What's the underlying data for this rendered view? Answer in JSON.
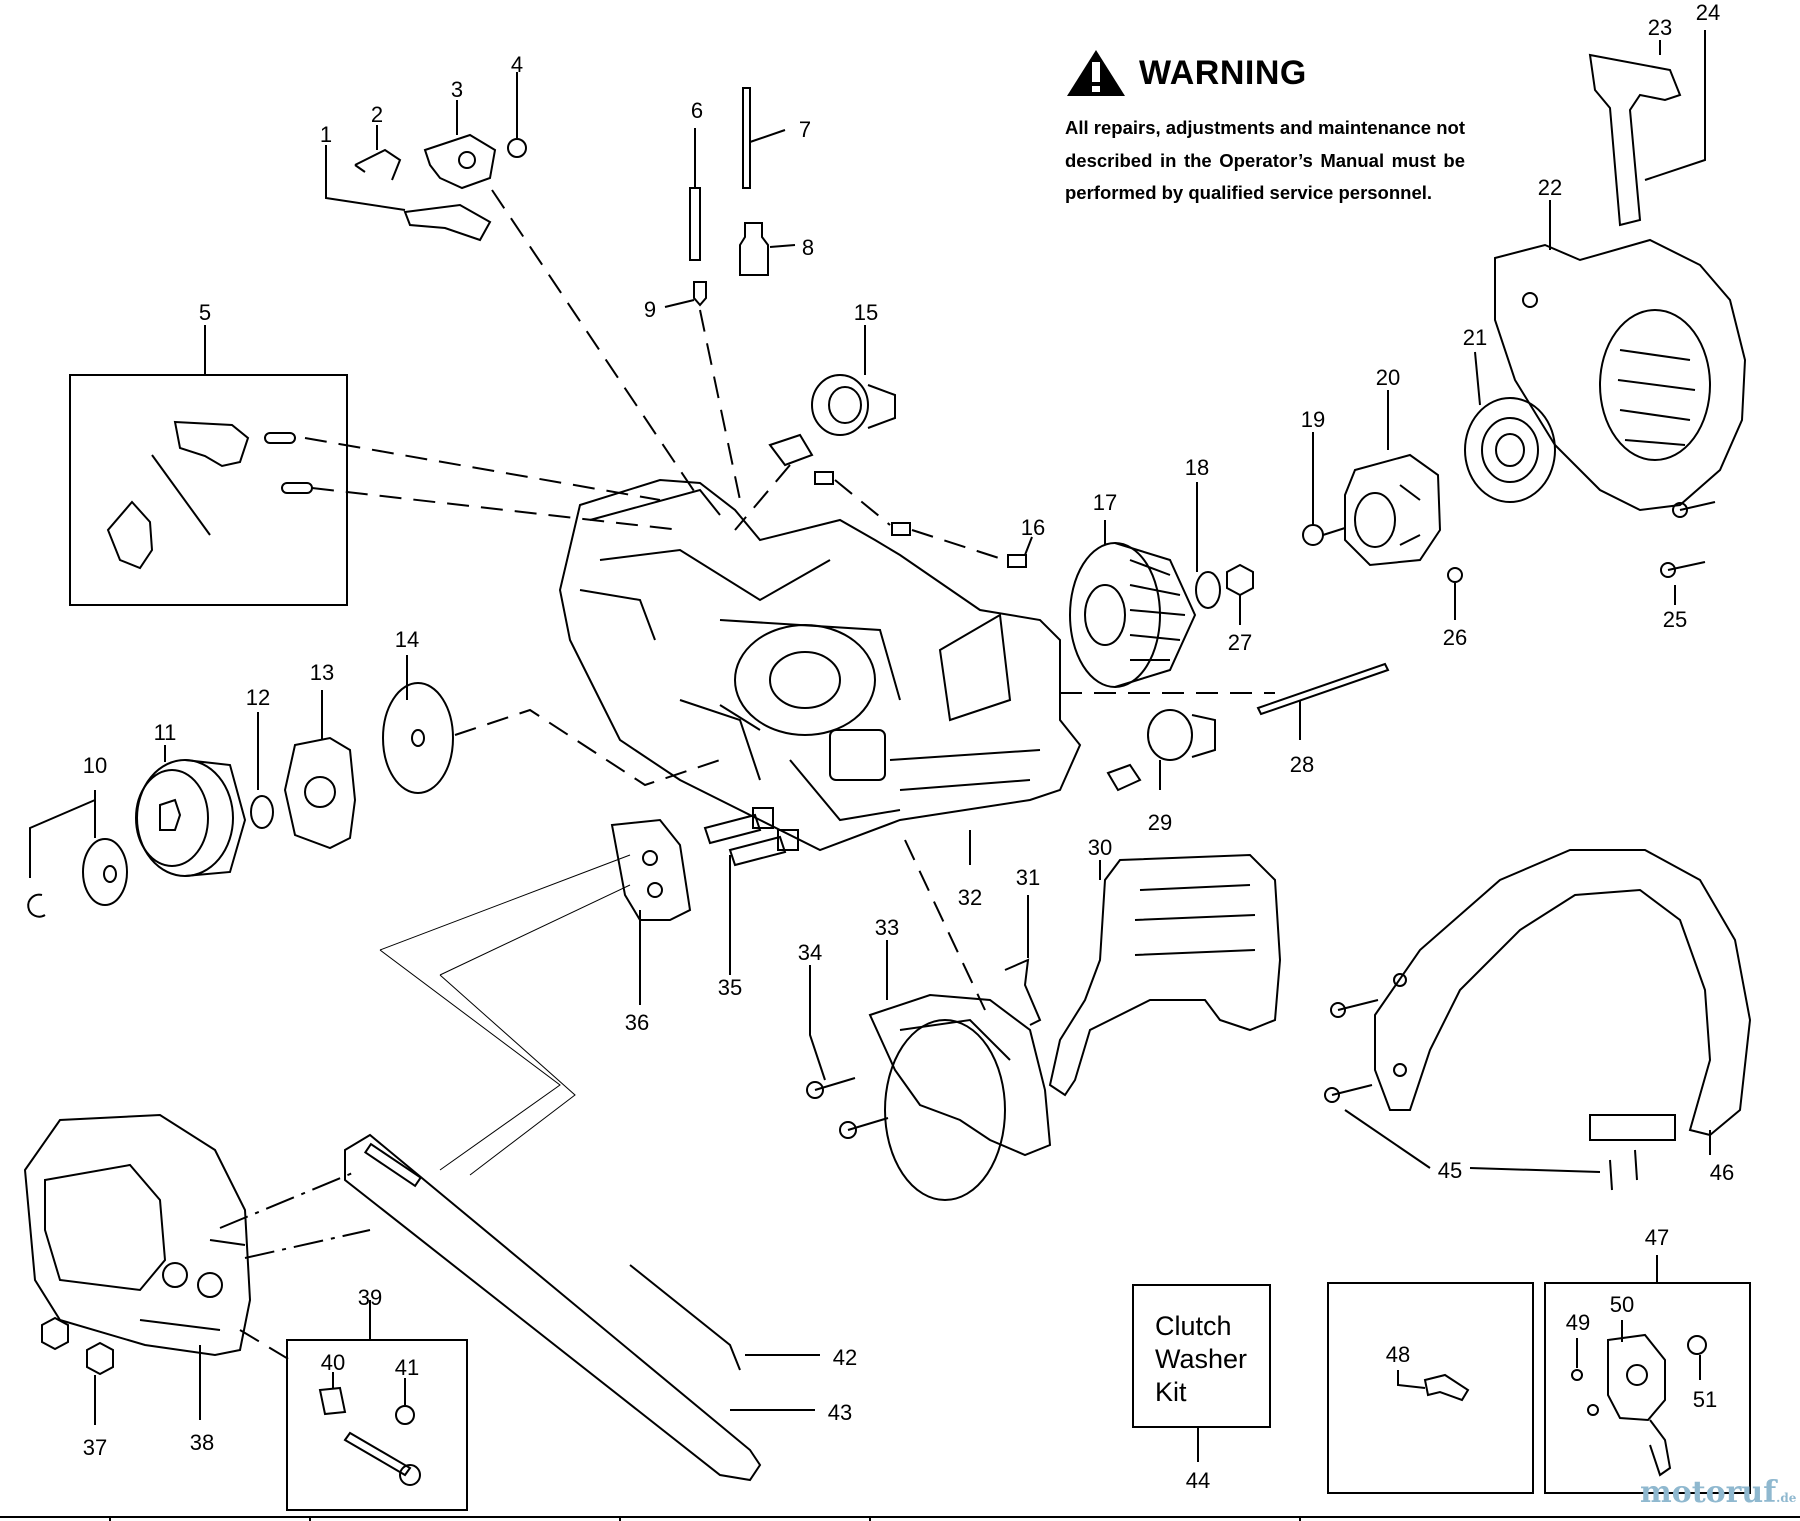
{
  "warning": {
    "title": "WARNING",
    "text": "All repairs, adjustments and maintenance not described in the Operator’s Manual must be performed by qualified service personnel."
  },
  "callouts": [
    "1",
    "2",
    "3",
    "4",
    "5",
    "6",
    "7",
    "8",
    "9",
    "10",
    "11",
    "12",
    "13",
    "14",
    "15",
    "16",
    "17",
    "18",
    "19",
    "20",
    "21",
    "22",
    "23",
    "24",
    "25",
    "26",
    "27",
    "28",
    "29",
    "30",
    "31",
    "32",
    "33",
    "34",
    "35",
    "36",
    "37",
    "38",
    "39",
    "40",
    "41",
    "42",
    "43",
    "44",
    "45",
    "46",
    "47",
    "48",
    "49",
    "50",
    "51"
  ],
  "kit_box": {
    "line1": "Clutch",
    "line2": "Washer",
    "line3": "Kit"
  },
  "watermark": {
    "name": "motoruf",
    "suffix": ".de"
  }
}
